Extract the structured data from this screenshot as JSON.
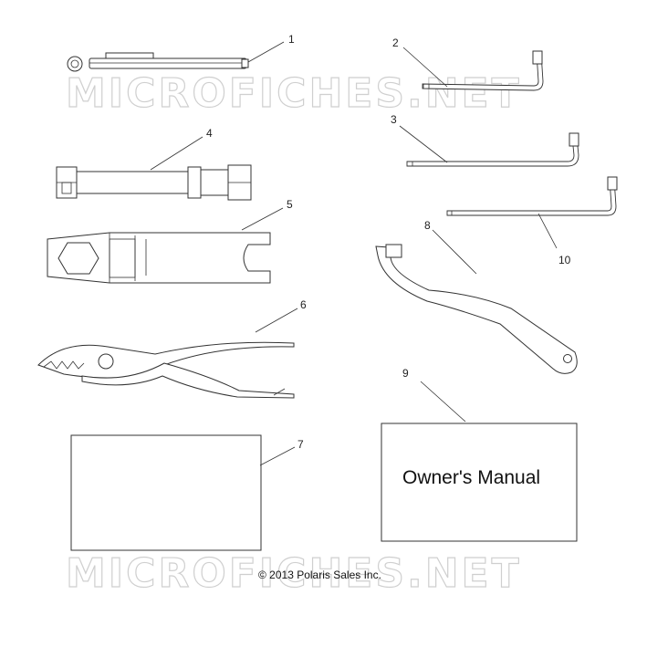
{
  "watermark": "MICROFICHES.NET",
  "callouts": [
    "1",
    "2",
    "3",
    "4",
    "5",
    "6",
    "7",
    "8",
    "9",
    "10"
  ],
  "manual": {
    "title": "Owner's Manual"
  },
  "footer": {
    "copyright": "© 2013 Polaris Sales Inc."
  },
  "icons": {
    "part_1": "screwdriver-bit-holder-icon",
    "part_2": "hex-key-icon",
    "part_3": "hex-key-icon",
    "part_4": "spark-plug-socket-icon",
    "part_5": "open-end-wrench-icon",
    "part_6": "slip-joint-pliers-icon",
    "part_7": "tool-pouch-card-icon",
    "part_8": "spanner-wrench-icon",
    "part_9": "owners-manual-icon",
    "part_10": "hex-key-icon"
  }
}
